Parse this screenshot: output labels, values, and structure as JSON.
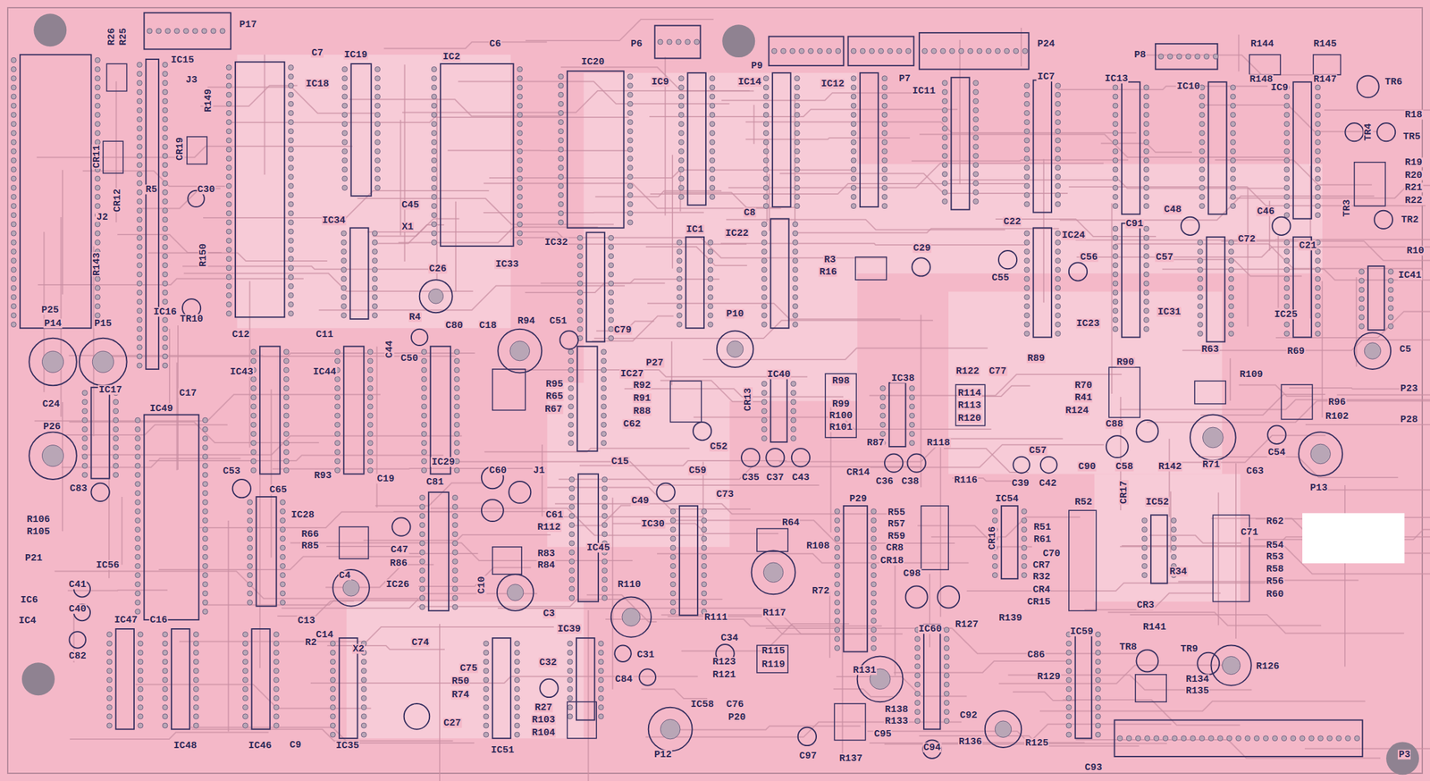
{
  "diagram": {
    "labels": [
      "P17",
      "R26",
      "R25",
      "C7",
      "IC19",
      "IC2",
      "C6",
      "IC20",
      "P6",
      "IC9",
      "P9",
      "IC14",
      "IC12",
      "P7",
      "IC11",
      "P24",
      "IC7",
      "P8",
      "IC13",
      "IC10",
      "IC9",
      "R144",
      "R145",
      "R148",
      "R147",
      "TR6",
      "R18",
      "TR4",
      "TR5",
      "R19",
      "R20",
      "R21",
      "R22",
      "TR3",
      "TR2",
      "R10",
      "IC41",
      "C5",
      "P23",
      "P28",
      "IC15",
      "J3",
      "R149",
      "CR11",
      "CR19",
      "CR12",
      "R5",
      "C30",
      "J2",
      "R150",
      "R143",
      "P25",
      "IC16",
      "TR10",
      "IC18",
      "IC34",
      "C45",
      "X1",
      "C26",
      "IC33",
      "IC32",
      "C8",
      "IC1",
      "IC22",
      "R3",
      "R16",
      "C29",
      "C22",
      "IC24",
      "C91",
      "C48",
      "C72",
      "C46",
      "C21",
      "C55",
      "C56",
      "C57",
      "IC23",
      "IC31",
      "IC25",
      "P10",
      "P14",
      "P15",
      "C12",
      "C11",
      "R4",
      "C80",
      "C18",
      "R94",
      "C51",
      "C44",
      "C50",
      "C79",
      "IC43",
      "IC44",
      "R95",
      "R65",
      "R67",
      "IC27",
      "P27",
      "R92",
      "R91",
      "R88",
      "C62",
      "CR13",
      "C52",
      "C59",
      "IC40",
      "R98",
      "R99",
      "R100",
      "R101",
      "IC38",
      "R122",
      "C77",
      "R89",
      "R114",
      "R113",
      "R120",
      "R90",
      "R70",
      "R41",
      "R124",
      "R63",
      "R69",
      "R109",
      "R96",
      "R102",
      "C88",
      "R118",
      "R87",
      "CR14",
      "C35",
      "C37",
      "C43",
      "C36",
      "C38",
      "R116",
      "C39",
      "C42",
      "C57",
      "C90",
      "C58",
      "R142",
      "R71",
      "C54",
      "P13",
      "C63",
      "C24",
      "IC17",
      "IC49",
      "C17",
      "P26",
      "C53",
      "C83",
      "R106",
      "R105",
      "P21",
      "IC56",
      "C41",
      "C40",
      "IC6",
      "IC4",
      "C82",
      "R93",
      "C65",
      "C19",
      "IC28",
      "R66",
      "R85",
      "C47",
      "R86",
      "C4",
      "IC26",
      "C81",
      "IC29",
      "C60",
      "J1",
      "C61",
      "R112",
      "R83",
      "R84",
      "C10",
      "C3",
      "C15",
      "IC45",
      "C49",
      "C73",
      "IC30",
      "R110",
      "R111",
      "R64",
      "R108",
      "R72",
      "P29",
      "R55",
      "R57",
      "R59",
      "CR8",
      "CR18",
      "C98",
      "IC54",
      "CR16",
      "R127",
      "IC60",
      "R139",
      "C86",
      "R129",
      "R52",
      "R51",
      "R61",
      "C70",
      "CR7",
      "R32",
      "CR4",
      "CR15",
      "CR17",
      "IC52",
      "R34",
      "CR3",
      "R62",
      "C71",
      "R54",
      "R53",
      "R58",
      "R56",
      "R60",
      "IC59",
      "R141",
      "TR8",
      "TR9",
      "R126",
      "R134",
      "R135",
      "P3",
      "R125",
      "C93",
      "R136",
      "C92",
      "C94",
      "R131",
      "R138",
      "R133",
      "C95",
      "R137",
      "C97",
      "R117",
      "R115",
      "R119",
      "C34",
      "R123",
      "R121",
      "IC58",
      "C76",
      "P20",
      "P12",
      "C31",
      "C84",
      "IC39",
      "C32",
      "R27",
      "R103",
      "R104",
      "IC51",
      "C74",
      "C75",
      "R50",
      "R74",
      "C27",
      "IC35",
      "X2",
      "C14",
      "C13",
      "R2",
      "C9",
      "IC46",
      "IC48",
      "IC47",
      "C16"
    ]
  }
}
